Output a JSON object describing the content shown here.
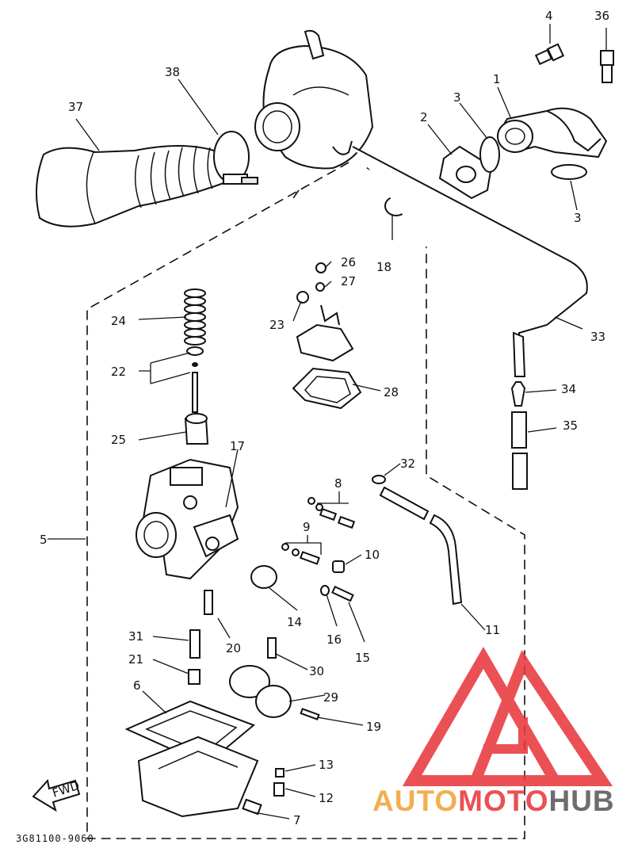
{
  "labels": {
    "p1": "1",
    "p2": "2",
    "p3a": "3",
    "p3b": "3",
    "p4": "4",
    "p5": "5",
    "p6": "6",
    "p7": "7",
    "p8": "8",
    "p9": "9",
    "p10": "10",
    "p11": "11",
    "p12": "12",
    "p13": "13",
    "p14": "14",
    "p15": "15",
    "p16": "16",
    "p17": "17",
    "p18": "18",
    "p19": "19",
    "p20": "20",
    "p21": "21",
    "p22": "22",
    "p23": "23",
    "p24": "24",
    "p25": "25",
    "p26": "26",
    "p27": "27",
    "p28": "28",
    "p29": "29",
    "p30": "30",
    "p31": "31",
    "p32": "32",
    "p33": "33",
    "p34": "34",
    "p35": "35",
    "p36": "36",
    "p37": "37",
    "p38": "38"
  },
  "fwd_label": "FWD",
  "diagram_code": "3G81100-9060",
  "watermark": {
    "brand_part1": "AUTO",
    "brand_part2": "MOTO",
    "brand_part3": "HUB",
    "colors": {
      "triangle": "#e8383d",
      "auto": "#f2a33a",
      "moto": "#e8383d",
      "hub": "#5a5a5a"
    }
  }
}
